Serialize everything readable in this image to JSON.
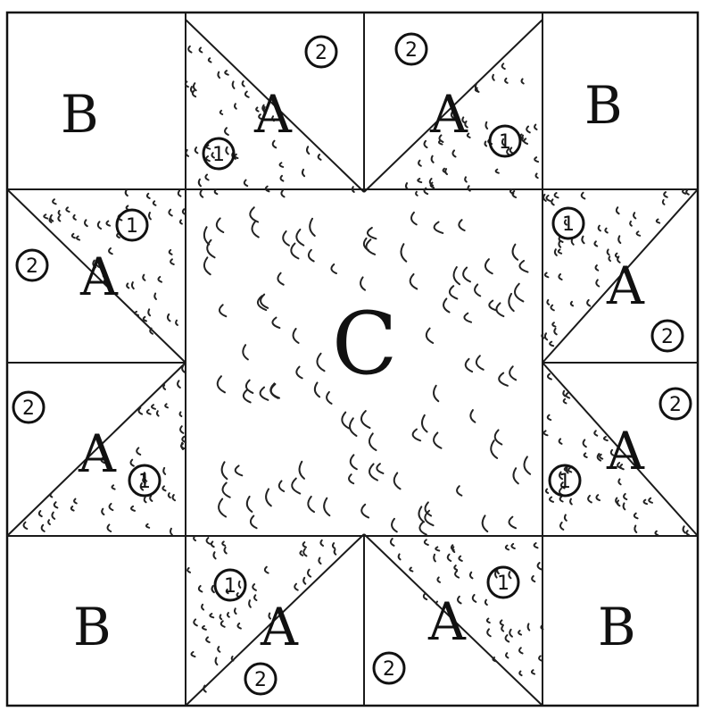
{
  "labels": {
    "a": "A",
    "b": "B",
    "c": "C",
    "one": "1",
    "two": "2"
  },
  "colors": {
    "ink": "#111111",
    "paper": "#ffffff"
  }
}
